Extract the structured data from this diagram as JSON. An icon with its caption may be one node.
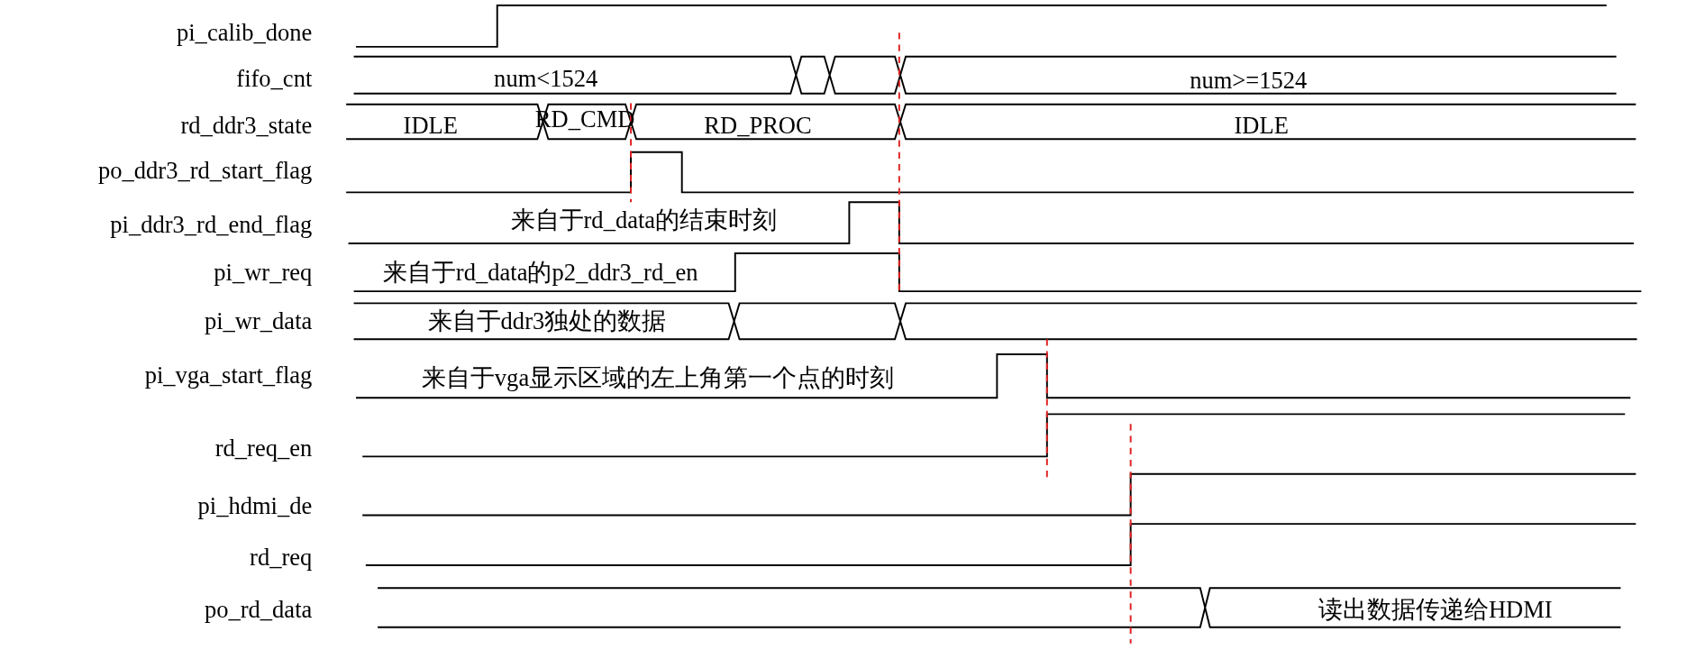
{
  "diagram": {
    "labels": [
      "pi_calib_done",
      "fifo_cnt",
      "num<1524",
      "num>=1524",
      "rd_ddr3_state",
      "IDLE",
      "RD_CMD",
      "RD_PROC",
      "IDLE",
      "po_ddr3_rd_start_flag",
      "pi_ddr3_rd_end_flag",
      "来自于rd_data的结束时刻",
      "pi_wr_req",
      "来自于rd_data的p2_ddr3_rd_en",
      "pi_wr_data",
      "来自于ddr3独处的数据",
      "pi_vga_start_flag",
      "来自于vga显示区域的左上角第一个点的时刻",
      "rd_req_en",
      "pi_hdmi_de",
      "rd_req",
      "po_rd_data",
      "读出数据传递给HDMI"
    ]
  }
}
